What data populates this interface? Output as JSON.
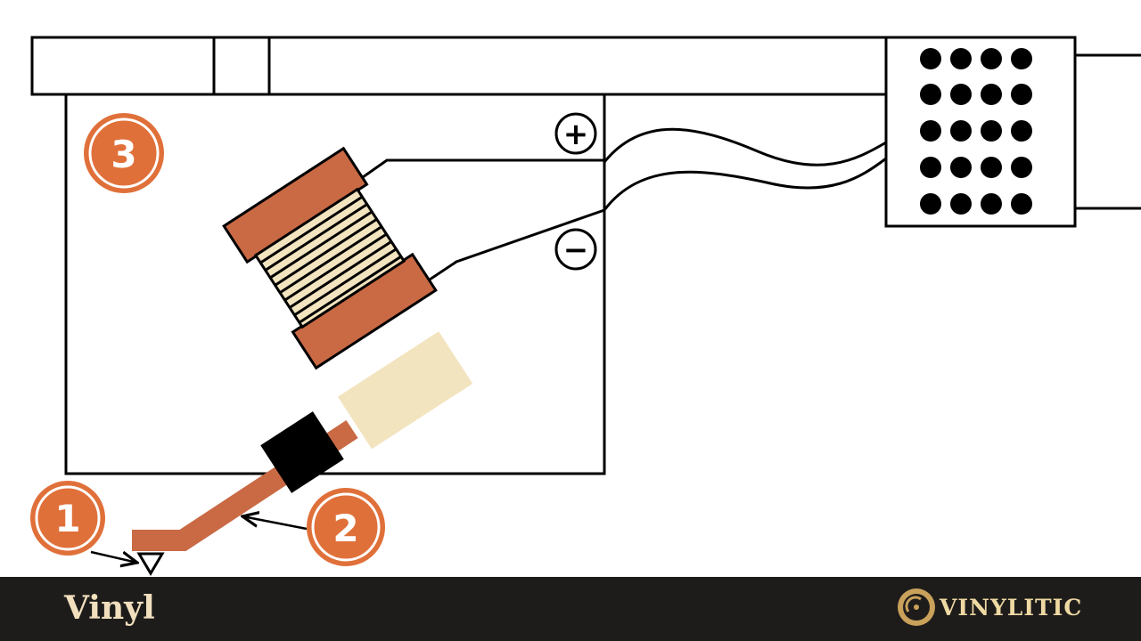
{
  "badges": {
    "stylus": "1",
    "cantilever": "2",
    "cartridge": "3"
  },
  "terminals": {
    "positive": "+",
    "negative": "−"
  },
  "footer": {
    "label": "Vinyl",
    "brand": "VINYLITIC"
  },
  "colors": {
    "accent": "#e0703a",
    "coil_end": "#c96a45",
    "winding": "#f3e4c0",
    "magnet": "#f3e4c0",
    "footer_bg": "#1e1c1b",
    "footer_text": "#f1dfbd"
  }
}
